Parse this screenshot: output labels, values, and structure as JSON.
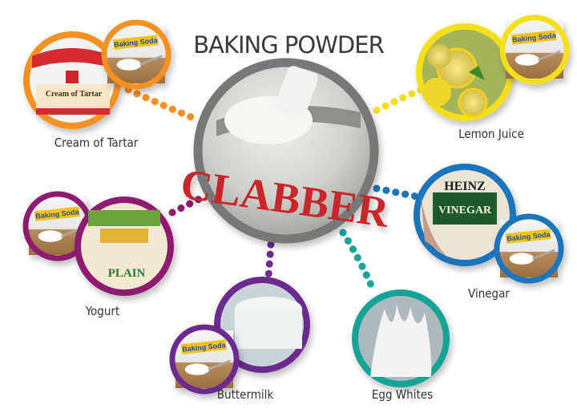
{
  "title": "BAKING POWDER",
  "center": {
    "photo_lettering": "CLABBER",
    "ring_color": "#787878"
  },
  "soda_tag": "Baking Soda",
  "substitutes": [
    {
      "id": "cream-of-tartar",
      "label": "Cream of Tartar",
      "color": "#f39221",
      "photo_lettering": "Cream of Tartar"
    },
    {
      "id": "lemon-juice",
      "label": "Lemon Juice",
      "color": "#f4df1c"
    },
    {
      "id": "yogurt",
      "label": "Yogurt",
      "color": "#8d1c6e",
      "photo_lettering": "PLAIN"
    },
    {
      "id": "vinegar",
      "label": "Vinegar",
      "color": "#1b75bb",
      "photo_lettering": "VINEGAR",
      "photo_brand": "HEINZ"
    },
    {
      "id": "buttermilk",
      "label": "Buttermilk",
      "color": "#6b2c8e"
    },
    {
      "id": "egg-whites",
      "label": "Egg Whites",
      "color": "#17a397"
    }
  ]
}
